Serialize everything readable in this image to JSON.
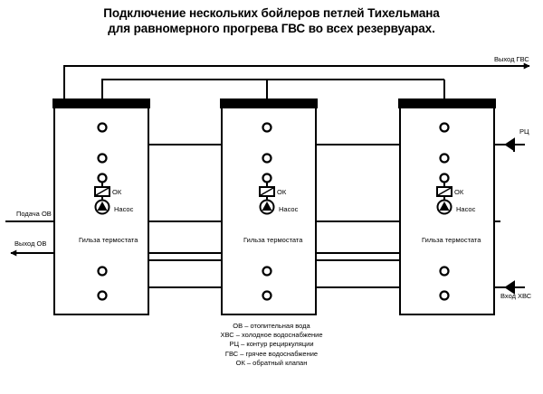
{
  "title": {
    "line1": "Подключение нескольких бойлеров петлей Тихельмана",
    "line2": "для равномерного прогрева ГВС во всех резервуарах."
  },
  "labels": {
    "dhw_out": "Выход ГВС",
    "recirc": "РЦ",
    "heating_supply": "Подача ОВ",
    "heating_return": "Выход ОВ",
    "cold_in": "Вход ХВС"
  },
  "boiler": {
    "check_valve": "ОК",
    "pump": "Насос",
    "sleeve": "Гильза термостата"
  },
  "boilers": [
    {
      "id": "boiler-1"
    },
    {
      "id": "boiler-2"
    },
    {
      "id": "boiler-3"
    }
  ],
  "legend": [
    "ОВ – отопительная вода",
    "ХВС – холодное водоснабжение",
    "РЦ – контур рециркуляции",
    "ГВС – грячее водоснабжение",
    "ОК – обратный клапан"
  ]
}
